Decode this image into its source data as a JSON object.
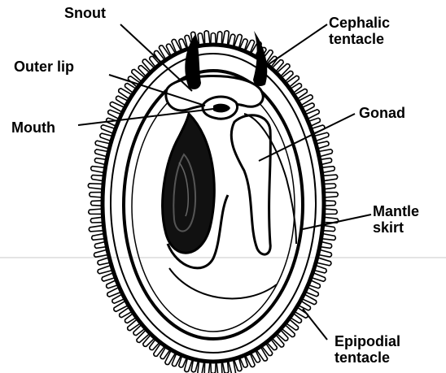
{
  "labels": {
    "snout": "Snout",
    "outer_lip": "Outer lip",
    "mouth": "Mouth",
    "cephalic_tentacle": [
      "Cephalic",
      "tentacle"
    ],
    "gonad": "Gonad",
    "mantle_skirt": [
      "Mantle",
      "skirt"
    ],
    "epipodial_tentacle": [
      "Epipodial",
      "tentacle"
    ]
  },
  "colors": {
    "ink": "#000000",
    "background": "#ffffff",
    "scan_line": "#c8c8c8"
  }
}
